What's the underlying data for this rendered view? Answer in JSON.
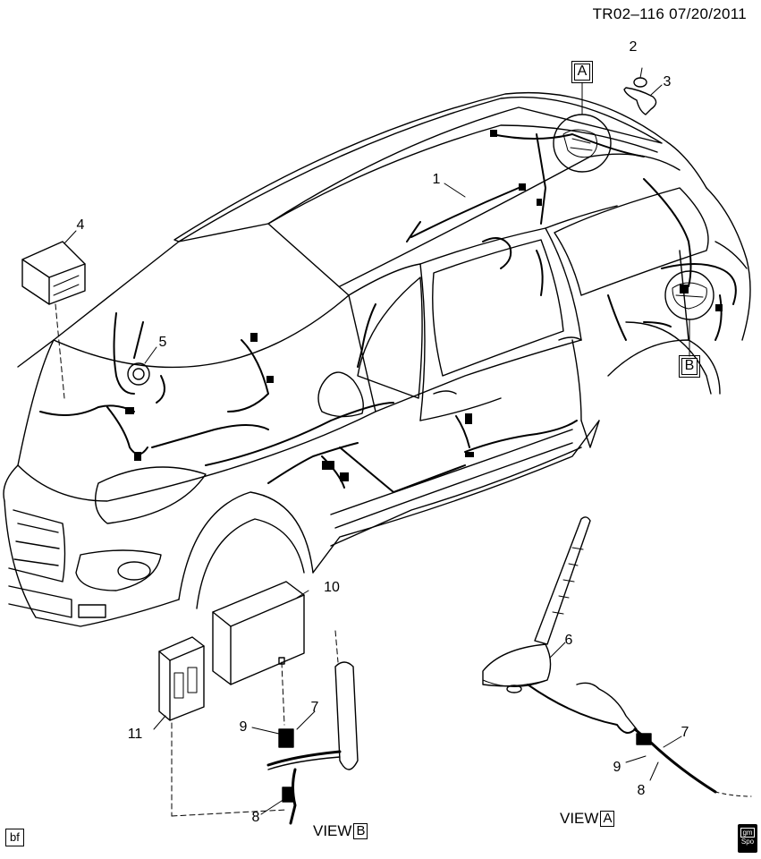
{
  "header": {
    "diagram_id": "TR02–116  07/20/2011"
  },
  "callouts": {
    "c1": "1",
    "c2": "2",
    "c3": "3",
    "c4": "4",
    "c5": "5",
    "c6": "6",
    "c7a": "7",
    "c7b": "7",
    "c8a": "8",
    "c8b": "8",
    "c9a": "9",
    "c9b": "9",
    "c10": "10",
    "c11": "11"
  },
  "detail_markers": {
    "a": "A",
    "b": "B"
  },
  "views": {
    "view_b": {
      "label": "VIEW",
      "marker": "B"
    },
    "view_a": {
      "label": "VIEW",
      "marker": "A"
    }
  },
  "footer": {
    "tag": "bf",
    "logo_top": "gm",
    "logo_bottom": "Spo"
  },
  "icons": [
    "vehicle-outline",
    "antenna",
    "module",
    "harness",
    "connector"
  ]
}
